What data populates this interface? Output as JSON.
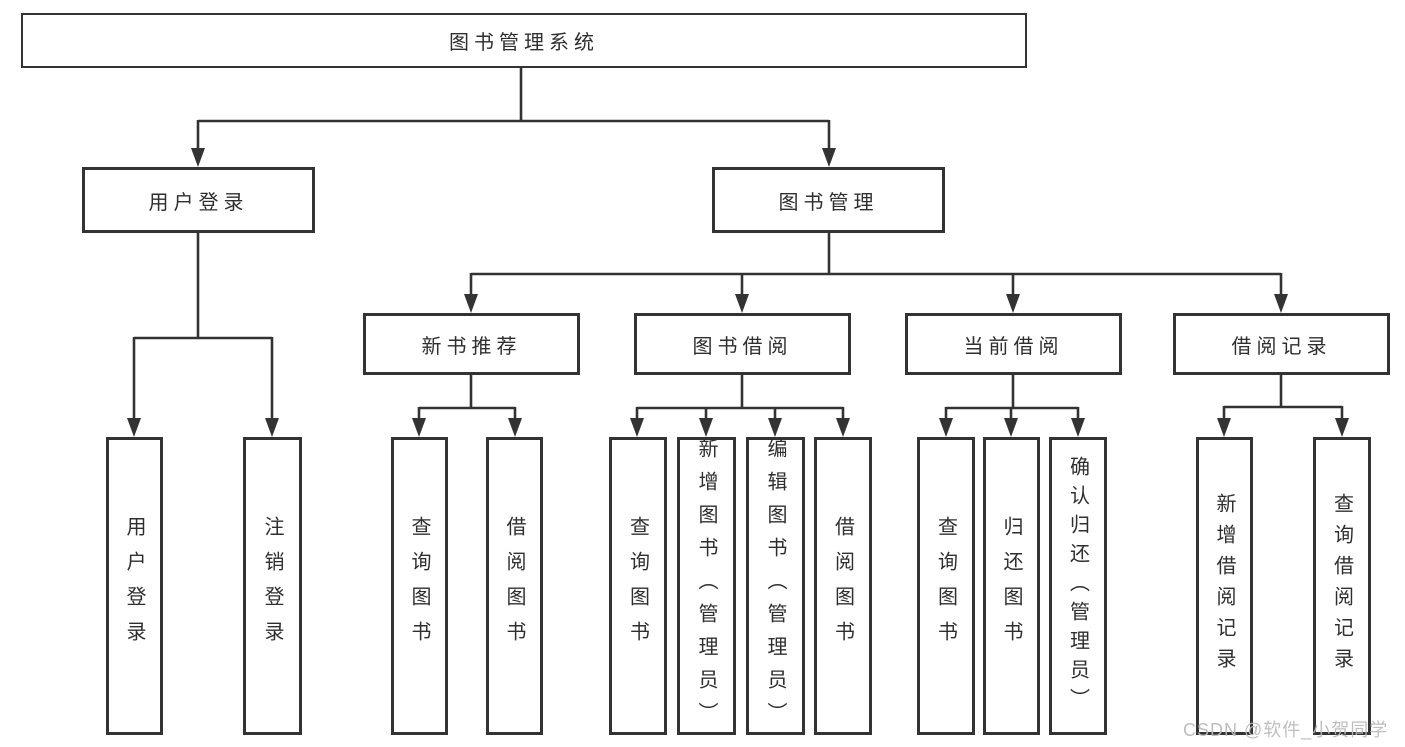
{
  "diagram": {
    "title_node": "图书管理系统",
    "nodes": {
      "user_login": "用户登录",
      "book_mgmt": "图书管理",
      "new_book_rec": "新书推荐",
      "book_borrow": "图书借阅",
      "current_borrow": "当前借阅",
      "borrow_records": "借阅记录",
      "leaves": {
        "user_login": [
          "用户登录",
          "注销登录"
        ],
        "new_book_rec": [
          "查询图书",
          "借阅图书"
        ],
        "book_borrow": [
          "查询图书",
          "新增图书（管理员）",
          "编辑图书（管理员）",
          "借阅图书"
        ],
        "current_borrow": [
          "查询图书",
          "归还图书",
          "确认归还（管理员）"
        ],
        "borrow_records": [
          "新增借阅记录",
          "查询借阅记录"
        ]
      }
    },
    "colors": {
      "line": "#333333",
      "text": "#2f2f2f",
      "background": "#ffffff",
      "watermark": "#bababa"
    }
  },
  "watermark": "CSDN @软件_小贺同学"
}
